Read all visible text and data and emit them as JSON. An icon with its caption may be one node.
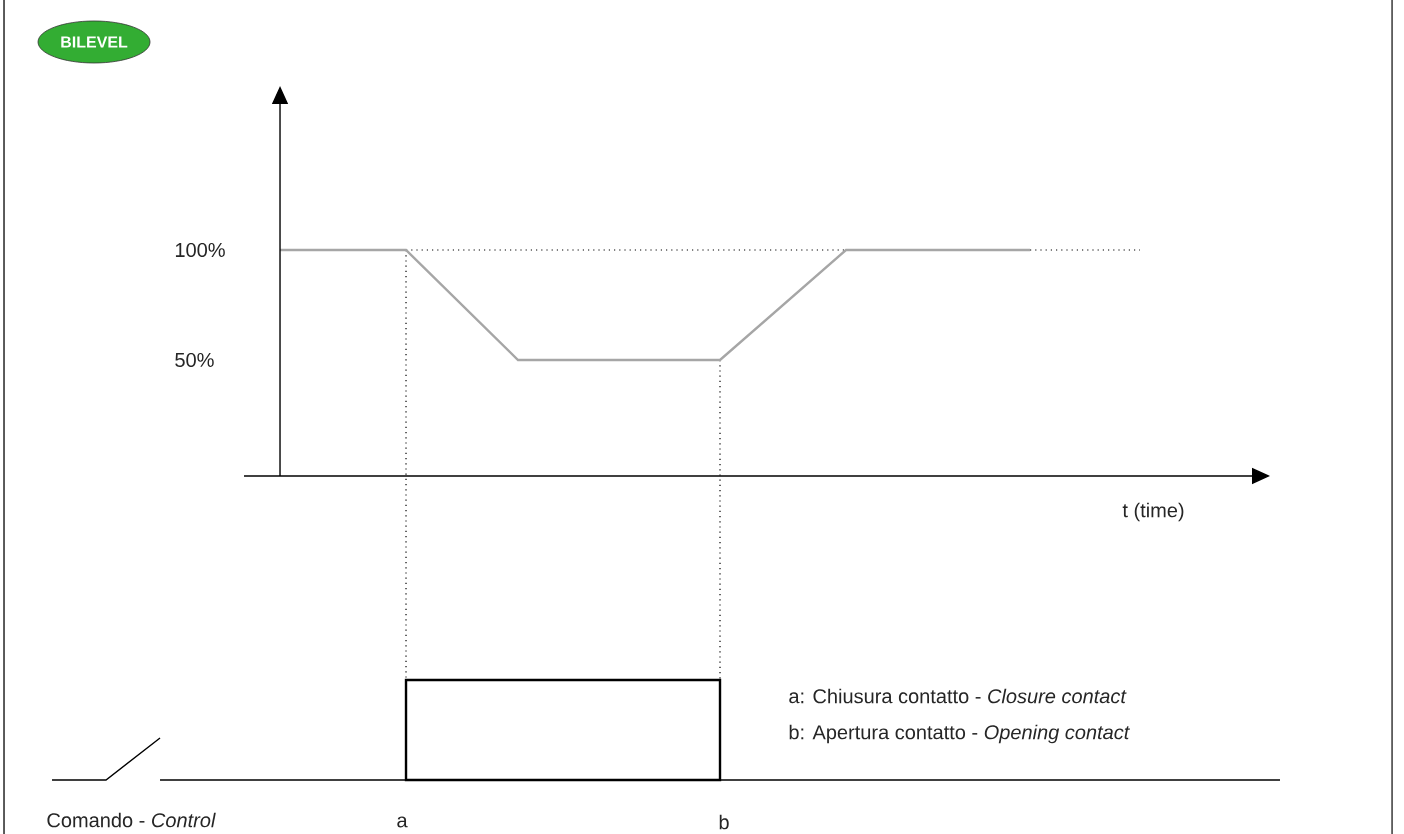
{
  "diagram": {
    "nodes": [
      {
        "text": [
          "BILEVEL"
        ]
      }
    ],
    "labels": [
      "100%",
      "50%",
      "t (time)",
      "a: Chiusura contatto - *Closure contact*",
      "b: Apertura contatto - *Opening contact*",
      "Comando - *Control*",
      "a",
      "b"
    ]
  }
}
